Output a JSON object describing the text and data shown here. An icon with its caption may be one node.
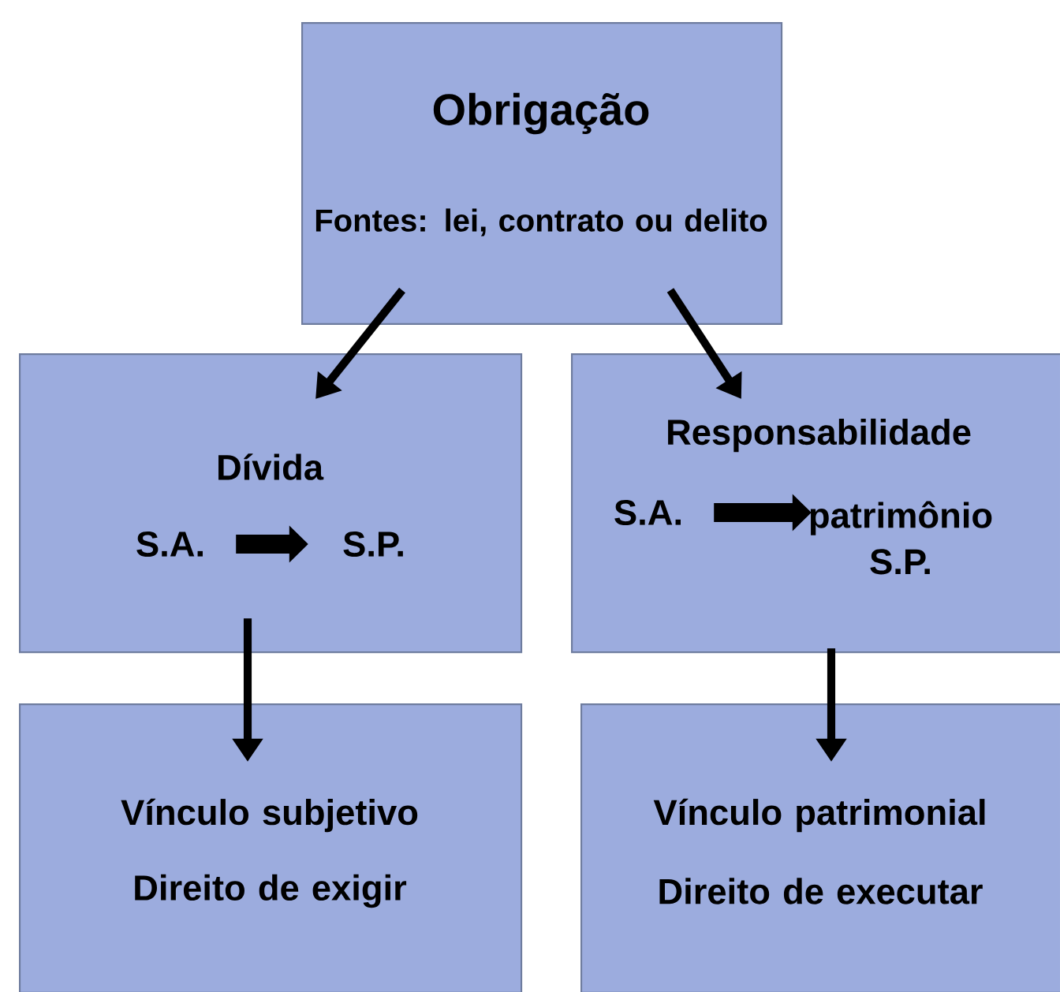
{
  "diagram": {
    "nodes": [
      {
        "text": [
          "Obrigação",
          "Fontes: lei, contrato ou delito"
        ]
      },
      {
        "text": [
          "Dívida"
        ]
      },
      {
        "text": [
          "S.A."
        ],
        "in": 1
      },
      {
        "text": [
          "S.P."
        ],
        "in": 1
      },
      {
        "text": [
          "Responsabilidade"
        ]
      },
      {
        "text": [
          "S.A."
        ],
        "in": 4
      },
      {
        "text": [
          "patrimônio S.P."
        ],
        "in": 4
      },
      {
        "text": [
          "Vínculo subjetivo",
          "Direito de exigir"
        ]
      },
      {
        "text": [
          "Vínculo patrimonial",
          "Direito de executar"
        ]
      }
    ],
    "edges": [
      {
        "from": 0,
        "to": 1,
        "arrow": "to"
      },
      {
        "from": 0,
        "to": 4,
        "arrow": "to"
      },
      {
        "from": 2,
        "to": 3,
        "arrow": "to",
        "style": "thick"
      },
      {
        "from": 5,
        "to": 6,
        "arrow": "to",
        "style": "thick"
      },
      {
        "from": 1,
        "to": 7,
        "arrow": "to"
      },
      {
        "from": 4,
        "to": 8,
        "arrow": "to"
      }
    ]
  }
}
